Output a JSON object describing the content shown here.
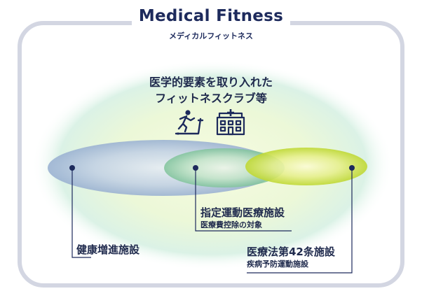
{
  "title": "Medical Fitness",
  "subtitle": "メディカルフィットネス",
  "center": {
    "line1": "医学的要素を取り入れた",
    "line2": "フィットネスクラブ等",
    "icons": [
      "treadmill-runner-icon",
      "hospital-building-icon"
    ]
  },
  "categories": [
    {
      "title": "健康増進施設",
      "subtitle": ""
    },
    {
      "title": "指定運動医療施設",
      "subtitle": "医療費控除の対象"
    },
    {
      "title": "医療法第42条施設",
      "subtitle": "疾病予防運動施設"
    }
  ],
  "colors": {
    "frame": "#d3d6e2",
    "navy": "#1d2a5c",
    "outer_glow_center": "#f2fad8",
    "outer_glow_edge": "#d6f0ee",
    "ellipse_blue": "#a5b9d6",
    "ellipse_green": "#96cfa6",
    "ellipse_lime": "#c6de3a"
  }
}
